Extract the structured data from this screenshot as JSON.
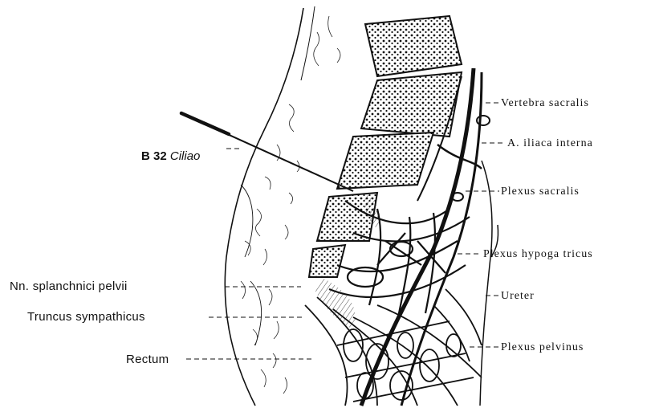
{
  "figure": {
    "needle_label": {
      "code": "B 32",
      "name": "Ciliao"
    },
    "right_labels": [
      "Vertebra sacralis",
      "A. iliaca interna",
      "Plexus sacralis",
      "Plexus hypoga tricus",
      "Ureter",
      "Plexus pelvinus"
    ],
    "left_labels": [
      "Nn. splanchnici  pelvii",
      "Truncus  sympathicus",
      "Rectum"
    ],
    "ink_color": "#111111"
  }
}
